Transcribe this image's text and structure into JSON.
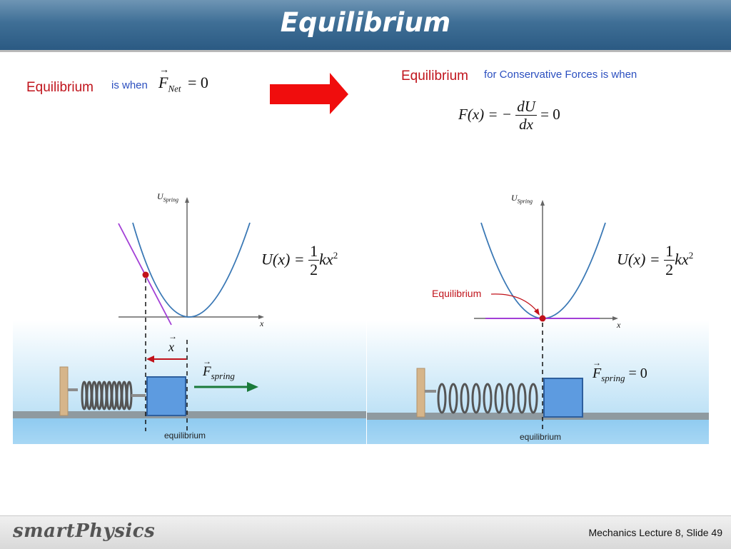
{
  "slide": {
    "title": "Equilibrium"
  },
  "left_statement": {
    "keyword": "Equilibrium",
    "connector": "is when",
    "equation": {
      "lhs": "F",
      "sub": "Net",
      "rhs": "= 0"
    }
  },
  "right_statement": {
    "keyword": "Equilibrium",
    "connector": "for Conservative Forces is when",
    "equation": {
      "lhs": "F(x) = −",
      "num": "dU",
      "den": "dx",
      "rhs": "= 0"
    }
  },
  "left_panel": {
    "y_axis_label": "U",
    "y_axis_sub": "Spring",
    "x_axis_label": "x",
    "potential_equation": {
      "lhs": "U(x) =",
      "num": "1",
      "den": "2",
      "rhs": "kx",
      "power": "2"
    },
    "displacement_label": "x",
    "force_label": "F",
    "force_sub": "spring",
    "equilibrium_label": "equilibrium"
  },
  "right_panel": {
    "y_axis_label": "U",
    "y_axis_sub": "Spring",
    "x_axis_label": "x",
    "potential_equation": {
      "lhs": "U(x) =",
      "num": "1",
      "den": "2",
      "rhs": "kx",
      "power": "2"
    },
    "equilibrium_callout": "Equilibrium",
    "force_label": "F",
    "force_sub": "spring",
    "force_value": "= 0",
    "equilibrium_label": "equilibrium"
  },
  "footer": {
    "brand": "smartPhysics",
    "caption": "Mechanics  Lecture 8, Slide 49"
  },
  "colors": {
    "title_bar": "#3f6f96",
    "keyword_red": "#c0141c",
    "connector_blue": "#2b4fbf",
    "curve_blue": "#3a78b5",
    "tangent_purple": "#a23fd6",
    "force_green": "#1a7a3a",
    "block_blue": "#5d9be0"
  }
}
